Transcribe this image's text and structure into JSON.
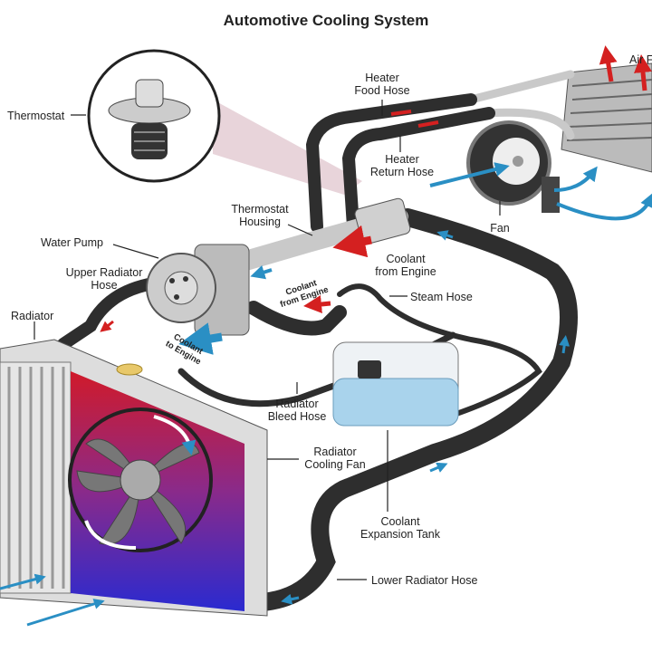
{
  "title": "Automotive Cooling System",
  "labels": {
    "thermostat": "Thermostat",
    "heater_food_hose": [
      "Heater",
      "Food Hose"
    ],
    "heater_return_hose": [
      "Heater",
      "Return Hose"
    ],
    "air_flow": "Air F",
    "fan": "Fan",
    "thermostat_housing": [
      "Thermostat",
      "Housing"
    ],
    "water_pump": "Water Pump",
    "upper_radiator_hose": [
      "Upper Radiator",
      "Hose"
    ],
    "radiator": "Radiator",
    "coolant_from_engine": [
      "Coolant",
      "from Engine"
    ],
    "coolant_from_engine_small": [
      "Coolant",
      "from Engine"
    ],
    "coolant_to_engine": [
      "Coolant",
      "to Engine"
    ],
    "steam_hose": "Steam Hose",
    "radiator_bleed_hose": [
      "Radiator",
      "Bleed Hose"
    ],
    "radiator_cooling_fan": [
      "Radiator",
      "Cooling Fan"
    ],
    "coolant_expansion_tank": [
      "Coolant",
      "Expansion Tank"
    ],
    "lower_radiator_hose": "Lower Radiator Hose"
  },
  "colors": {
    "hot": "#d42020",
    "cold": "#2a8fc4",
    "hose": "#2e2e2e",
    "metal": "#c9c9c9",
    "coolant": "#a9d3ec",
    "inset_shade": "#d9b7c2"
  }
}
